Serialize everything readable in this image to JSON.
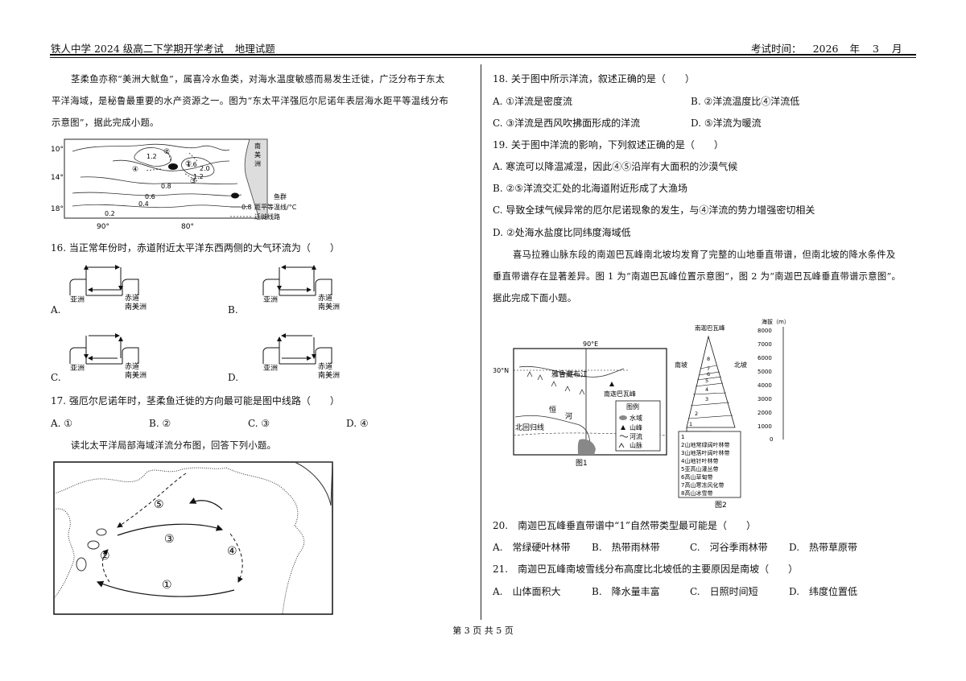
{
  "header": {
    "school_prefix": "铁人中学 2024 级高二下学期开学考试",
    "subject": "地理",
    "suffix": "试题",
    "time_label": "考试时间：",
    "year": "2026",
    "year_unit": "年",
    "month": "3",
    "month_unit": "月"
  },
  "left": {
    "intro": [
      "茎柔鱼亦称“美洲大鱿鱼”，属喜冷水鱼类，对海水温度敏感而易发生迁徙，广泛分布于东太",
      "平洋海域，是秘鲁最重要的水产资源之一。图为“东太平洋强厄尔尼诺年表层海水距平等温线分布",
      "示意图”，据此完成小题。"
    ],
    "map1": {
      "lat_labels": [
        "10°",
        "14°",
        "18°"
      ],
      "lon_labels": [
        "90°",
        "80°"
      ],
      "land_label": [
        "南",
        "美",
        "洲"
      ],
      "iso_labels": [
        "1.2",
        "1.6",
        "2.0",
        "1.2",
        "0.8",
        "0.6",
        "0.4",
        "0.2"
      ],
      "route_labels": [
        "①",
        "②",
        "③",
        "④"
      ],
      "legend": [
        "鱼群",
        "距平等温线/°C",
        "迁徙线路"
      ],
      "legend_sample": "0.8"
    },
    "q16": "16. 当正常年份时，赤道附近太平洋东西两侧的大气环流为（　　）",
    "circ": {
      "asia": "亚洲",
      "equator": "赤道",
      "samerica": "南美洲",
      "options": [
        "A.",
        "B.",
        "C.",
        "D."
      ]
    },
    "q17": "17. 强厄尔尼诺年时，茎柔鱼迁徙的方向最可能是图中线路（　　）",
    "q17_options": [
      "A. ①",
      "B. ②",
      "C. ③",
      "D. ④"
    ],
    "read_intro": "读北太平洋局部海域洋流分布图，回答下列小题。",
    "current_labels": [
      "①",
      "②",
      "③",
      "④",
      "⑤"
    ]
  },
  "right": {
    "q18": "18. 关于图中所示洋流，叙述正确的是（　　）",
    "q18_options": [
      "A. ①洋流是密度流",
      "B. ②洋流温度比④洋流低",
      "C. ③洋流是西风吹拂面形成的洋流",
      "D. ⑤洋流为暖流"
    ],
    "q19": "19. 关于图中洋流的影响，下列叙述正确的是（　　）",
    "q19_options": [
      "A. 寒流可以降温减湿，因此④⑤沿岸有大面积的沙漠气候",
      "B. ②⑤洋流交汇处的北海道附近形成了大渔场",
      "C. 导致全球气候异常的厄尔尼诺现象的发生，与④洋流的势力增强密切相关",
      "D. ②处海水盐度比同纬度海域低"
    ],
    "intro2": [
      "喜马拉雅山脉东段的南迦巴瓦峰南北坡均发育了完整的山地垂直带谱，但南北坡的降水条件及",
      "垂直带谱存在显著差异。图 1 为“南迦巴瓦峰位置示意图”，图 2 为“南迦巴瓦峰垂直带谱示意图”。",
      "据此完成下面小题。"
    ],
    "fig1": {
      "lon": "90°E",
      "lat": "30°N",
      "river": "雅鲁藏布江",
      "peak": "南迦巴瓦峰",
      "ganges": [
        "恒",
        "河"
      ],
      "tropic": "北回归线",
      "legend_title": "图例",
      "legend": [
        "水域",
        "山峰",
        "河流",
        "山脉"
      ],
      "caption": "图1"
    },
    "fig2": {
      "peak": "南迦巴瓦峰",
      "south": "南坡",
      "north": "北坡",
      "axis_title": "海拔（m）",
      "ticks": [
        "8000",
        "7000",
        "6000",
        "5000",
        "4000",
        "3000",
        "2000",
        "1000",
        "0"
      ],
      "zones": [
        "8",
        "7",
        "6",
        "5",
        "4",
        "3",
        "2",
        "1"
      ],
      "legend": [
        "1",
        "2山地常绿阔叶林带",
        "3山地落叶阔叶林带",
        "4山地针叶林带",
        "5亚高山灌丛带",
        "6高山草甸带",
        "7高山寒冻风化带",
        "8高山冰雪带"
      ],
      "caption": "图2"
    },
    "q20": "20.　南迦巴瓦峰垂直带谱中“1”自然带类型最可能是（　　）",
    "q20_options": [
      "A.　常绿硬叶林带",
      "B.　热带雨林带",
      "C.　河谷季雨林带",
      "D.　热带草原带"
    ],
    "q21": "21.　南迦巴瓦峰南坡雪线分布高度比北坡低的主要原因是南坡（　　）",
    "q21_options": [
      "A.　山体面积大",
      "B.　降水量丰富",
      "C.　日照时间短",
      "D.　纬度位置低"
    ]
  },
  "footer": "第 3 页 共 5 页"
}
